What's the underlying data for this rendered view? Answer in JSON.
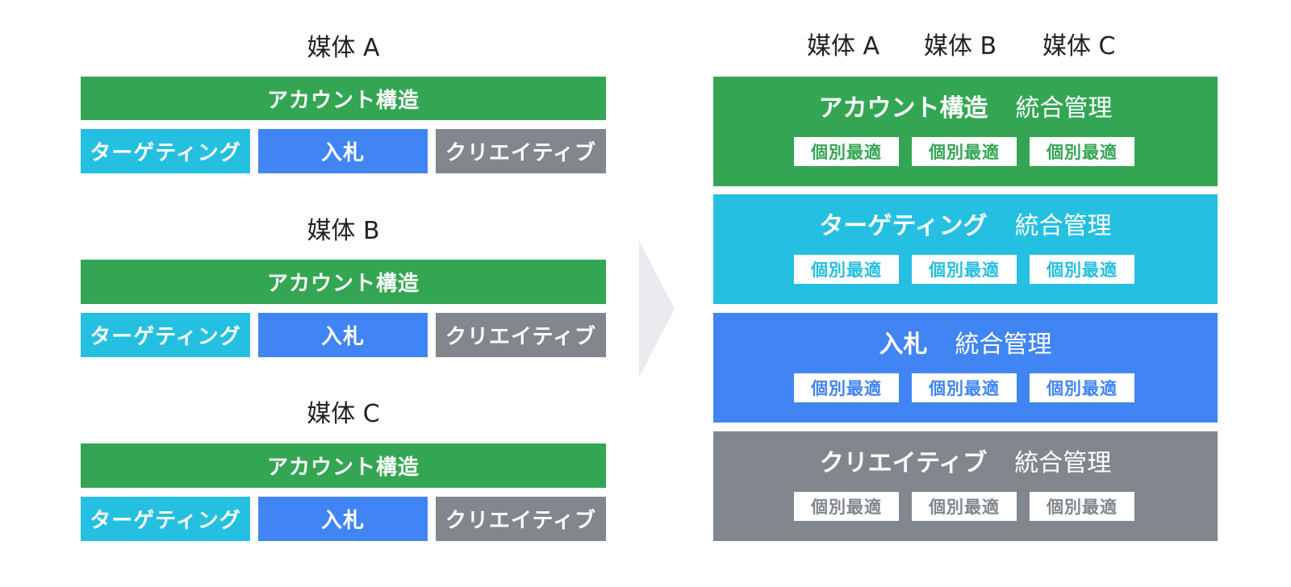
{
  "colors": {
    "green": "#34a653",
    "cyan": "#25c0e1",
    "blue": "#4185f4",
    "gray": "#81878d",
    "arrow": "#e9ebee"
  },
  "left": {
    "media": [
      {
        "title": "媒体 A",
        "account": "アカウント構造",
        "targeting": "ターゲティング",
        "bid": "入札",
        "creative": "クリエイティブ"
      },
      {
        "title": "媒体 B",
        "account": "アカウント構造",
        "targeting": "ターゲティング",
        "bid": "入札",
        "creative": "クリエイティブ"
      },
      {
        "title": "媒体 C",
        "account": "アカウント構造",
        "targeting": "ターゲティング",
        "bid": "入札",
        "creative": "クリエイティブ"
      }
    ]
  },
  "arrow_icon": "chevron-right-icon",
  "right": {
    "headers": [
      "媒体 A",
      "媒体 B",
      "媒体 C"
    ],
    "blocks": [
      {
        "title": "アカウント構造",
        "subtitle": "統合管理",
        "chips": [
          "個別最適",
          "個別最適",
          "個別最適"
        ]
      },
      {
        "title": "ターゲティング",
        "subtitle": "統合管理",
        "chips": [
          "個別最適",
          "個別最適",
          "個別最適"
        ]
      },
      {
        "title": "入札",
        "subtitle": "統合管理",
        "chips": [
          "個別最適",
          "個別最適",
          "個別最適"
        ]
      },
      {
        "title": "クリエイティブ",
        "subtitle": "統合管理",
        "chips": [
          "個別最適",
          "個別最適",
          "個別最適"
        ]
      }
    ]
  }
}
